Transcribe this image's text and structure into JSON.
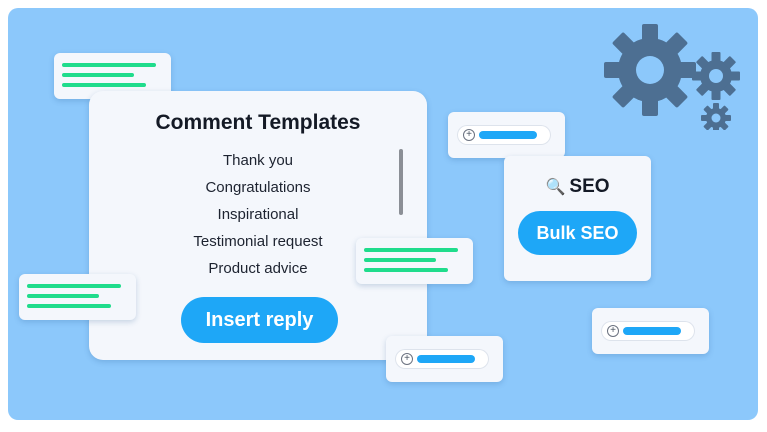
{
  "templates_panel": {
    "title": "Comment Templates",
    "items": [
      {
        "label": "Thank you"
      },
      {
        "label": "Congratulations"
      },
      {
        "label": "Inspirational"
      },
      {
        "label": "Testimonial request"
      },
      {
        "label": "Product advice"
      }
    ],
    "insert_label": "Insert reply"
  },
  "seo_panel": {
    "icon": "magnifier-icon",
    "title": "SEO",
    "button_label": "Bulk SEO"
  },
  "icons": [
    "gear-icon",
    "plus-circle-icon",
    "magnifier-icon"
  ],
  "colors": {
    "background": "#8cc8fb",
    "card": "#f4f7fc",
    "accent_blue": "#1ea7f7",
    "accent_green": "#1fdc8c",
    "gear": "#4d6f92"
  }
}
